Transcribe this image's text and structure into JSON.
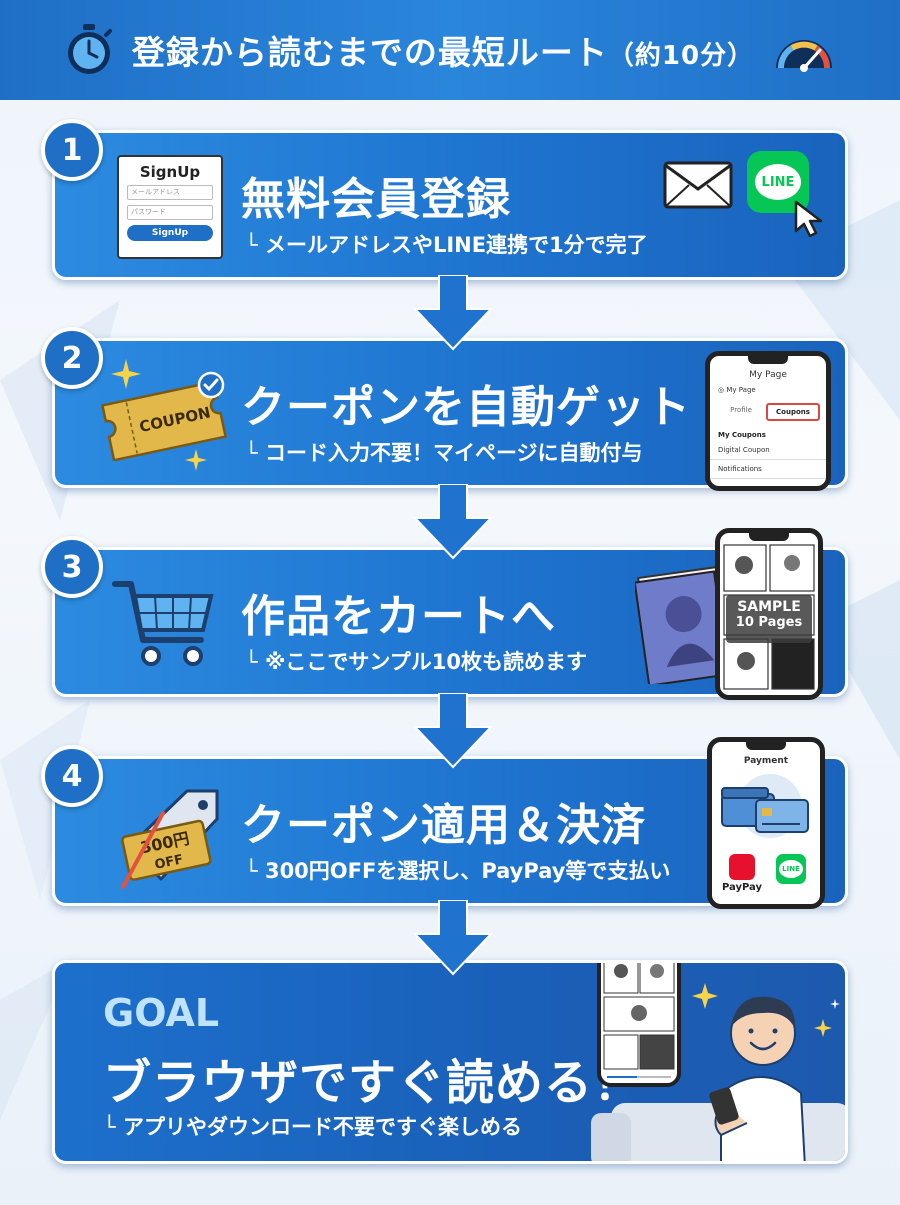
{
  "header": {
    "title": "登録から読むまでの最短ルート",
    "title_note": "（約10分）"
  },
  "steps": [
    {
      "number": "1",
      "title": "無料会員登録",
      "subtitle": "└ メールアドレスやLINE連携で1分で完了",
      "signup": {
        "title": "SignUp",
        "email_placeholder": "メールアドレス",
        "password_placeholder": "パスワード",
        "button": "SignUp"
      },
      "line_label": "LINE"
    },
    {
      "number": "2",
      "title": "クーポンを自動ゲット",
      "subtitle": "└ コード入力不要！マイページに自動付与",
      "coupon_label": "COUPON",
      "phone": {
        "title": "My Page",
        "account": "My Page",
        "tab_profile": "Profile",
        "tab_coupons": "Coupons",
        "section": "My Coupons",
        "row1": "Digital Coupon",
        "row2": "Notifications"
      }
    },
    {
      "number": "3",
      "title": "作品をカートへ",
      "subtitle": "└ ※ここでサンプル10枚も読めます",
      "sample_line1": "SAMPLE",
      "sample_line2": "10 Pages"
    },
    {
      "number": "4",
      "title": "クーポン適用＆決済",
      "subtitle": "└ 300円OFFを選択し、PayPay等で支払い",
      "tag_price": "300円",
      "tag_off": "OFF",
      "phone_title": "Payment",
      "paypay_label": "PayPay",
      "line_label": "LINE"
    }
  ],
  "goal": {
    "label": "GOAL",
    "title": "ブラウザですぐ読める！",
    "subtitle": "└ アプリやダウンロード不要ですぐ楽しめる"
  },
  "colors": {
    "primary": "#1f6fc6",
    "line_green": "#06c755",
    "paypay_red": "#e8112d",
    "gold": "#e2b84a"
  }
}
